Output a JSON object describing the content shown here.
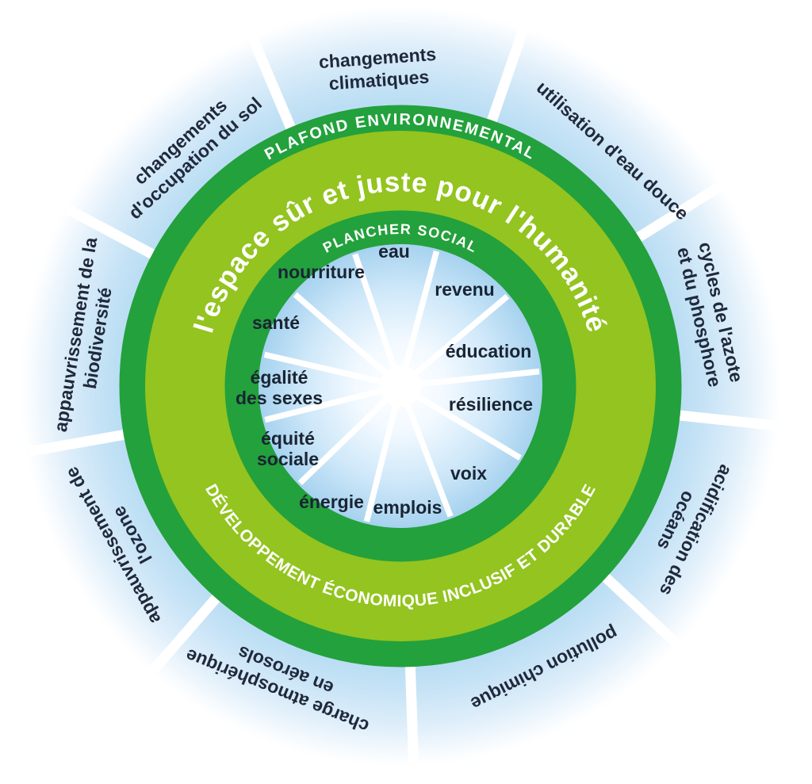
{
  "diagram_title": "l'espace sûr et juste pour l'humanité",
  "rings": {
    "environmental_ceiling": "PLAFOND ENVIRONNEMENTAL",
    "social_floor": "PLANCHER SOCIAL",
    "safe_space": "l'espace sûr et juste pour l'humanité",
    "development": "DÉVELOPPEMENT ÉCONOMIQUE INCLUSIF ET DURABLE"
  },
  "planetary_boundaries": [
    {
      "line1": "changements",
      "line2": "climatiques"
    },
    {
      "line1": "utilisation d'eau douce"
    },
    {
      "line1": "cycles de l'azote",
      "line2": "et du phosphore"
    },
    {
      "line1": "acidification des",
      "line2": "océans"
    },
    {
      "line1": "pollution chimique"
    },
    {
      "line1": "charge atmosphérique",
      "line2": "en aérosols"
    },
    {
      "line1": "appauvrissement de",
      "line2": "l'ozone"
    },
    {
      "line1": "appauvrissement de la",
      "line2": "biodiversité"
    },
    {
      "line1": "changements",
      "line2": "d'occupation du sol"
    }
  ],
  "social_foundations": [
    {
      "label": "eau"
    },
    {
      "label": "nourriture"
    },
    {
      "label": "revenu"
    },
    {
      "label": "santé"
    },
    {
      "label": "éducation"
    },
    {
      "line1": "égalité",
      "line2": "des sexes"
    },
    {
      "label": "résilience"
    },
    {
      "line1": "équité",
      "line2": "sociale"
    },
    {
      "label": "voix"
    },
    {
      "label": "énergie"
    },
    {
      "label": "emplois"
    }
  ],
  "colors": {
    "dark_green_ring": "#23A13C",
    "lime_green_ring": "#93C41F",
    "sky_blue": "#ABD6F1",
    "label_text": "#20293B",
    "ring_text": "#FFFFFF"
  }
}
